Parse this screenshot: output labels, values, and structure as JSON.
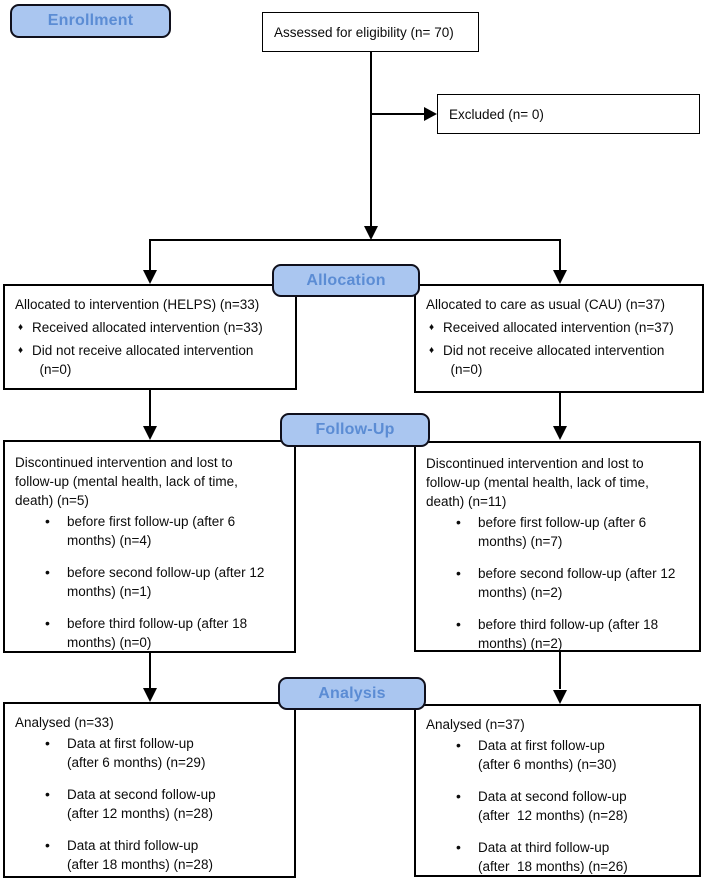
{
  "stages": {
    "enrollment": "Enrollment",
    "allocation": "Allocation",
    "followup": "Follow-Up",
    "analysis": "Analysis"
  },
  "assessed": {
    "text": "Assessed for eligibility (n= 70)"
  },
  "excluded": {
    "text": "Excluded (n= 0)"
  },
  "alloc_left": {
    "title": "Allocated to intervention (HELPS) (n=33)",
    "bullets": [
      "Received allocated intervention (n=33)",
      "Did not receive allocated intervention\n  (n=0)"
    ]
  },
  "alloc_right": {
    "title": "Allocated to care as usual (CAU) (n=37)",
    "bullets": [
      "Received allocated intervention (n=37)",
      "Did not receive allocated intervention\n  (n=0)"
    ]
  },
  "followup_left": {
    "title": "Discontinued intervention and lost to\nfollow-up (mental health, lack of time,\ndeath) (n=5)",
    "bullets": [
      "before first follow-up (after 6\nmonths) (n=4)",
      "before second follow-up (after 12\nmonths) (n=1)",
      "before third follow-up (after 18\nmonths) (n=0)"
    ]
  },
  "followup_right": {
    "title": "Discontinued intervention and lost to\nfollow-up (mental health, lack of time,\ndeath) (n=11)",
    "bullets": [
      "before first follow-up (after 6\nmonths) (n=7)",
      "before second follow-up (after 12\nmonths) (n=2)",
      "before third follow-up (after 18\nmonths) (n=2)"
    ]
  },
  "analysis_left": {
    "title": "Analysed (n=33)",
    "bullets": [
      "Data at first follow-up\n(after 6 months) (n=29)",
      "Data at second follow-up\n(after 12 months) (n=28)",
      "Data at third follow-up\n(after 18 months) (n=28)"
    ]
  },
  "analysis_right": {
    "title": "Analysed (n=37)",
    "bullets": [
      "Data at first follow-up\n(after 6 months) (n=30)",
      "Data at second follow-up\n(after  12 months) (n=28)",
      "Data at third follow-up\n(after  18 months) (n=26)"
    ]
  },
  "icons": {
    "diamond_bullet": "♦",
    "round_bullet": "•"
  },
  "colors": {
    "stage_label_fill": "#aac6f0",
    "stage_label_text": "#5b8cd4",
    "stage_label_border": "#10101c",
    "box_border": "#000000",
    "line": "#000000",
    "background": "#ffffff"
  }
}
